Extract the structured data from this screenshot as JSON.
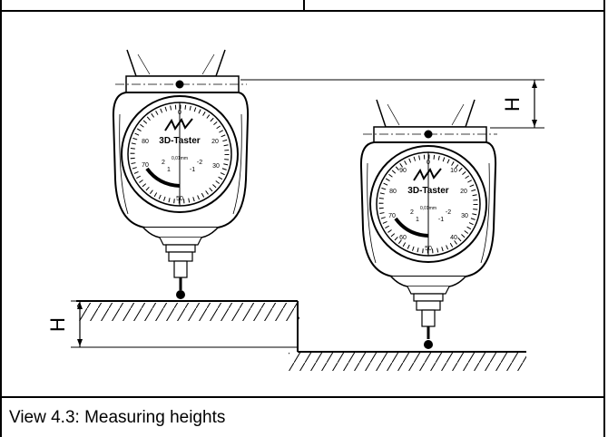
{
  "figure": {
    "caption": "View 4.3: Measuring heights",
    "height_label": "H",
    "brand_text": "3D-Taster",
    "dial_numbers": [
      "0",
      "10",
      "20",
      "30",
      "40",
      "50",
      "60",
      "70",
      "80",
      "90"
    ],
    "dial_small_labels": [
      "2",
      "1",
      "-1",
      "-2",
      "0,01mm"
    ]
  }
}
